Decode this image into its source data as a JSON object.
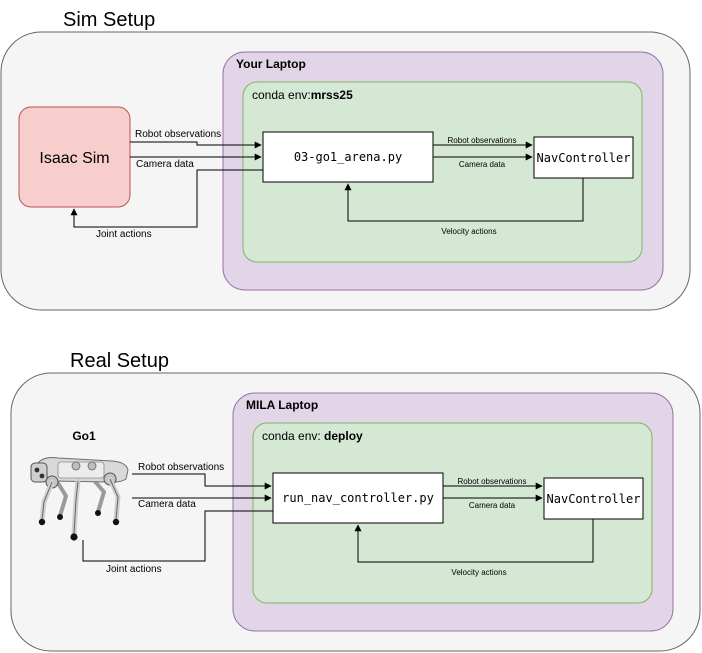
{
  "sim": {
    "title": "Sim Setup",
    "host": "Your Laptop",
    "env_prefix": "conda env:",
    "env_name": "mrss25",
    "simulator": "Isaac Sim",
    "script": "03-go1_arena.py",
    "controller": "NavController",
    "edges": {
      "robot_obs": "Robot observations",
      "camera": "Camera data",
      "joint_actions": "Joint actions",
      "inner_robot_obs": "Robot observations",
      "inner_camera": "Camera data",
      "velocity": "Velocity actions"
    }
  },
  "real": {
    "title": "Real Setup",
    "host": "MILA Laptop",
    "env_prefix": "conda env: ",
    "env_name": "deploy",
    "robot": "Go1",
    "script": "run_nav_controller.py",
    "controller": "NavController",
    "edges": {
      "robot_obs": "Robot observations",
      "camera": "Camera data",
      "joint_actions": "Joint actions",
      "inner_robot_obs": "Robot observations",
      "inner_camera": "Camera data",
      "velocity": "Velocity actions"
    }
  },
  "colors": {
    "outer_fill": "#f5f5f5",
    "outer_stroke": "#666666",
    "host_fill": "#e1d5e7",
    "host_stroke": "#9673a6",
    "env_fill": "#d5e8d4",
    "env_stroke": "#82b366",
    "sim_fill": "#f8cecc",
    "sim_stroke": "#b85450"
  }
}
